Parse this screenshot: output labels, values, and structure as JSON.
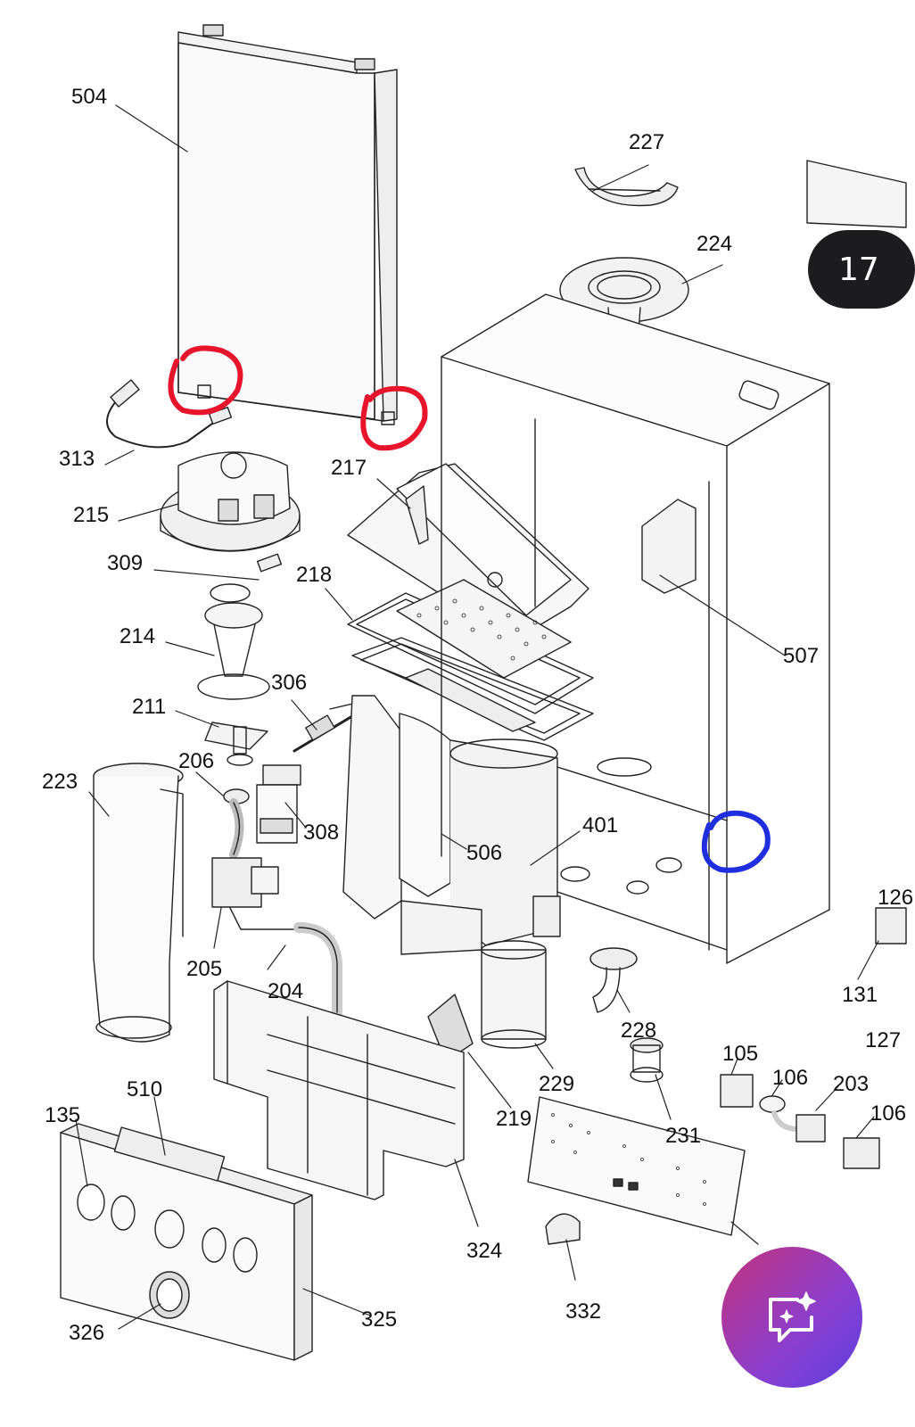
{
  "page_badge": "17",
  "labels": {
    "p504": "504",
    "p227": "227",
    "p224": "224",
    "p313": "313",
    "p217": "217",
    "p215": "215",
    "p309": "309",
    "p218": "218",
    "p214": "214",
    "p306": "306",
    "p507": "507",
    "p211": "211",
    "p206": "206",
    "p223": "223",
    "p308": "308",
    "p401": "401",
    "p506": "506",
    "p126": "126",
    "p205": "205",
    "p204": "204",
    "p131": "131",
    "p228": "228",
    "p127": "127",
    "p105": "105",
    "p106a": "106",
    "p203": "203",
    "p106b": "106",
    "p510": "510",
    "p229": "229",
    "p135": "135",
    "p219": "219",
    "p231": "231",
    "p324": "324",
    "p325": "325",
    "p326": "326",
    "p332": "332"
  },
  "annotations": {
    "red_circles": 2,
    "blue_circles": 1,
    "red_color": "#e8142b",
    "blue_color": "#1f2fe0"
  },
  "fab_icon": "ai-chat-sparkle-icon"
}
